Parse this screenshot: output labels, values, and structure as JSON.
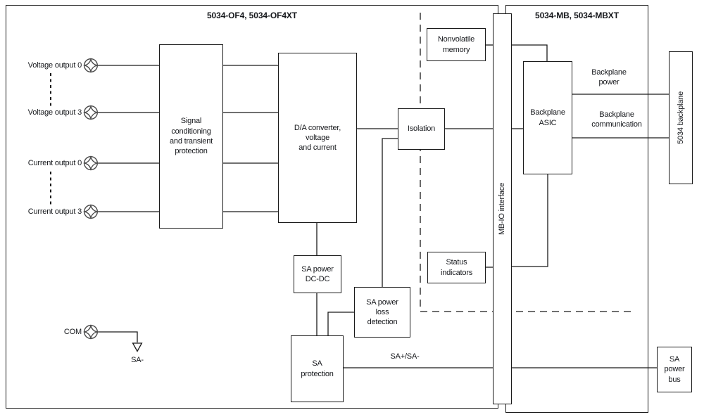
{
  "diagram": {
    "left_module": {
      "title": "5034-OF4, 5034-OF4XT",
      "terminals": [
        {
          "label": "Voltage output 0"
        },
        {
          "label": "Voltage output 3"
        },
        {
          "label": "Current output 0"
        },
        {
          "label": "Current output 3"
        },
        {
          "label": "COM"
        }
      ],
      "ground_label": "SA-",
      "blocks": {
        "signal_conditioning": "Signal\nconditioning\nand transient\nprotection",
        "da_converter": "D/A converter,\nvoltage\nand current",
        "isolation": "Isolation",
        "sa_power_dcdc": "SA power\nDC-DC",
        "sa_power_loss": "SA power\nloss\ndetection",
        "sa_protection": "SA\nprotection",
        "nonvolatile_memory": "Nonvolatile\nmemory",
        "status_indicators": "Status\nindicators"
      },
      "wire_labels": {
        "sa_bus": "SA+/SA-"
      }
    },
    "mb_io_interface": "MB-IO interface",
    "right_module": {
      "title": "5034-MB, 5034-MBXT",
      "blocks": {
        "backplane_asic": "Backplane\nASIC"
      },
      "wire_labels": {
        "backplane_power": "Backplane\npower",
        "backplane_communication": "Backplane\ncommunication"
      }
    },
    "external": {
      "backplane": "5034 backplane",
      "sa_power_bus": "SA\npower\nbus"
    },
    "colors": {
      "line": "#1a1a1a",
      "text": "#15171b"
    }
  }
}
